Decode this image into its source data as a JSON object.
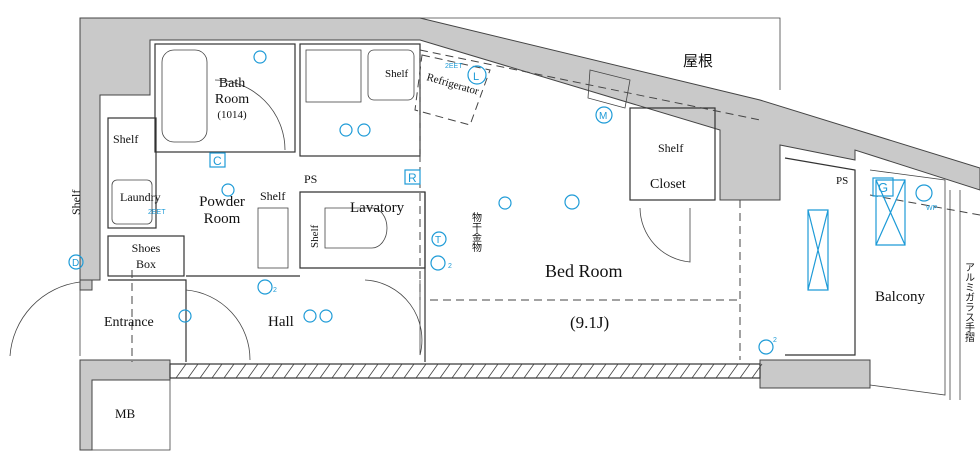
{
  "title": "",
  "colors": {
    "wall": "#c9c9c9",
    "equipment": "#1e9bd7",
    "line": "#333333"
  },
  "rooms": {
    "roof": "屋根",
    "bath_room": [
      "Bath",
      "Room"
    ],
    "bath_size": "(1014)",
    "shelf": "Shelf",
    "laundry": "Laundry",
    "powder_room": [
      "Powder",
      "Room"
    ],
    "lavatory": "Lavatory",
    "refrigerator": "Refrigerator",
    "closet": "Closet",
    "bed_room": "Bed Room",
    "bed_room_size": "(9.1J)",
    "clothes_hanger": "物干金物",
    "shoes_box": [
      "Shoes",
      "Box"
    ],
    "entrance": "Entrance",
    "hall": "Hall",
    "mb": "MB",
    "balcony": "Balcony",
    "ps": "PS",
    "railing": "アルミガラス手摺"
  },
  "symbols": {
    "c": "C",
    "r": "R",
    "d": "D",
    "t": "T",
    "m": "M",
    "l": "L",
    "g": "G",
    "wp": "WP",
    "eet": "2EET",
    "two": "2"
  }
}
